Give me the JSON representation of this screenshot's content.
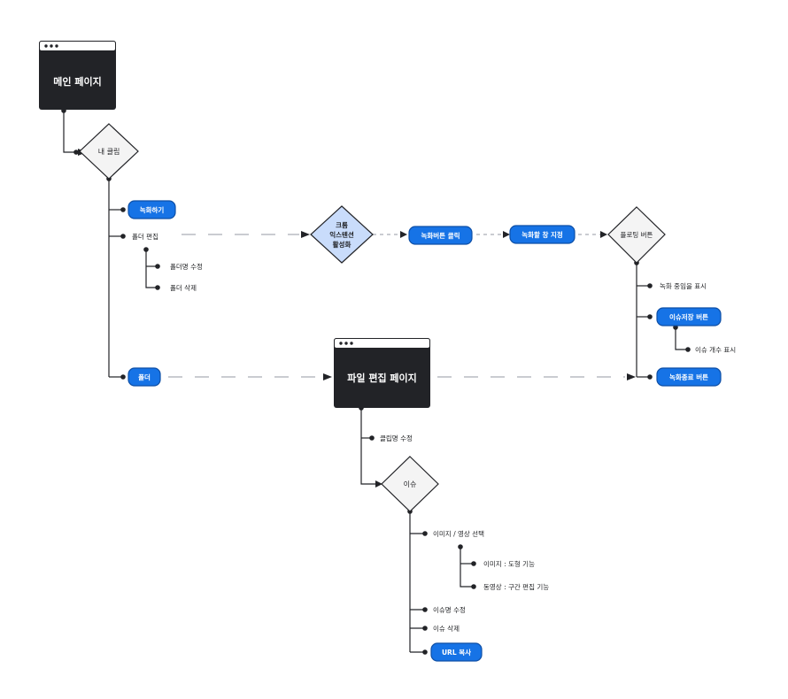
{
  "colors": {
    "dark_page": "#222327",
    "blue_pill": "#1673e6",
    "blue_pill_stroke": "#0e4fa6",
    "chrome_fill": "#c9dcfb",
    "decision_fill": "#f4f4f4",
    "line": "#222327",
    "dashed": "#b9bcc2"
  },
  "pages": {
    "main": {
      "label": "메인 페이지"
    },
    "edit": {
      "label": "파일 편집 페이지"
    }
  },
  "decisions": {
    "my_clip": "내 클립",
    "chrome": [
      "크롬",
      "익스텐션",
      "활성화"
    ],
    "floating": "플로팅 버튼",
    "issue": "이슈"
  },
  "buttons": {
    "record": "녹화하기",
    "folder": "폴더",
    "record_click": "녹화버튼 클릭",
    "record_window": "녹화할 창 지정",
    "issue_save": "이슈저장 버튼",
    "record_end": "녹화종료 버튼",
    "url_copy": "URL 복사"
  },
  "labels": {
    "folder_edit": "폴더 편집",
    "folder_rename": "폴더명 수정",
    "folder_delete": "폴더 삭제",
    "recording_indicator": "녹화 중임을 표시",
    "issue_count": "이슈 개수 표시",
    "clip_rename": "클립명 수정",
    "image_video_select": "이미지 / 영상 선택",
    "image_tool": "이미지 : 도형 기능",
    "video_tool": "동영상 : 구간 편집 기능",
    "issue_rename": "이슈명 수정",
    "issue_delete": "이슈 삭제"
  }
}
